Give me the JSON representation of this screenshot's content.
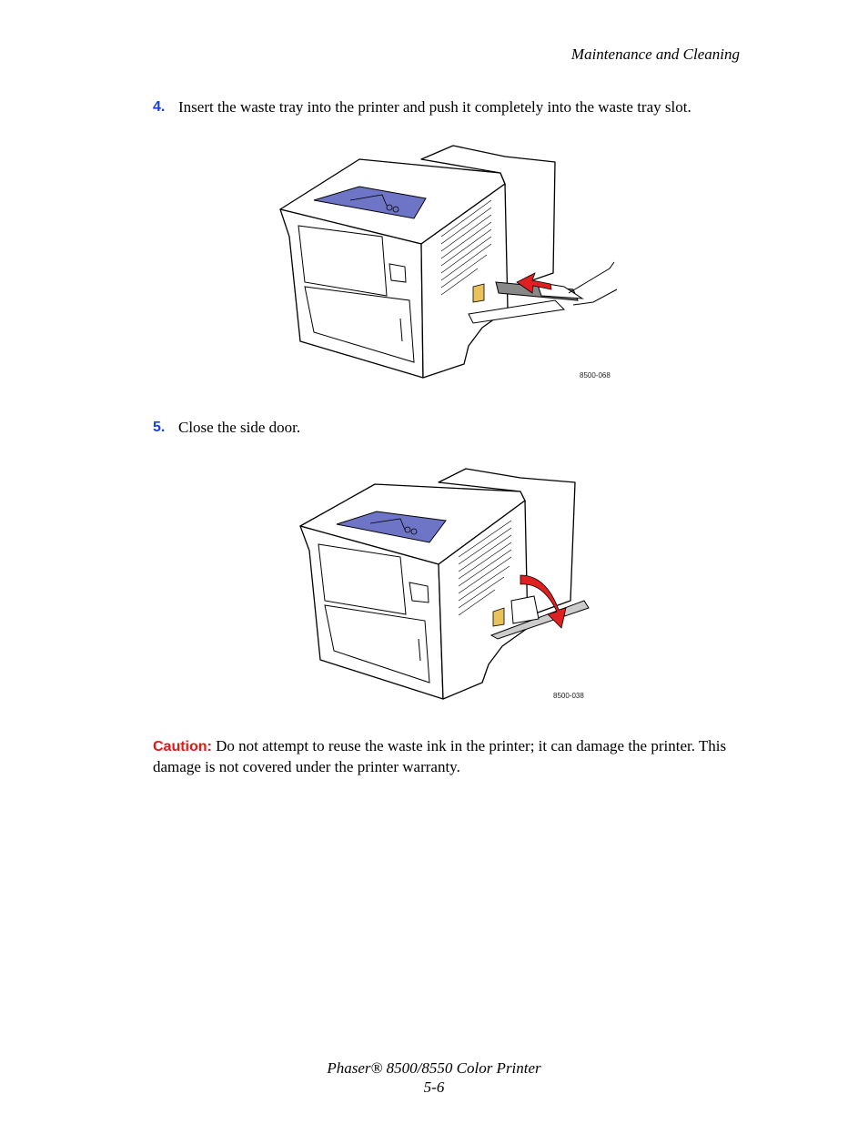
{
  "header": {
    "section_title": "Maintenance and Cleaning"
  },
  "steps": [
    {
      "number": "4.",
      "text": "Insert the waste tray into the printer and push it completely into the waste tray slot."
    },
    {
      "number": "5.",
      "text": "Close the side door."
    }
  ],
  "figures": [
    {
      "id_label": "8500-068",
      "icon": "printer-insert-waste-tray-illustration"
    },
    {
      "id_label": "8500-038",
      "icon": "printer-close-side-door-illustration"
    }
  ],
  "caution": {
    "label": "Caution:",
    "text": "Do not attempt to reuse the waste ink in the printer; it can damage the printer. This damage is not covered under the printer warranty."
  },
  "footer": {
    "product": "Phaser® 8500/8550 Color Printer",
    "page": "5-6"
  },
  "colors": {
    "step_number": "#1a3fe0",
    "caution": "#e61717",
    "panel": "#6f75c6",
    "tray": "#e8c25a",
    "arrow": "#e02020"
  }
}
